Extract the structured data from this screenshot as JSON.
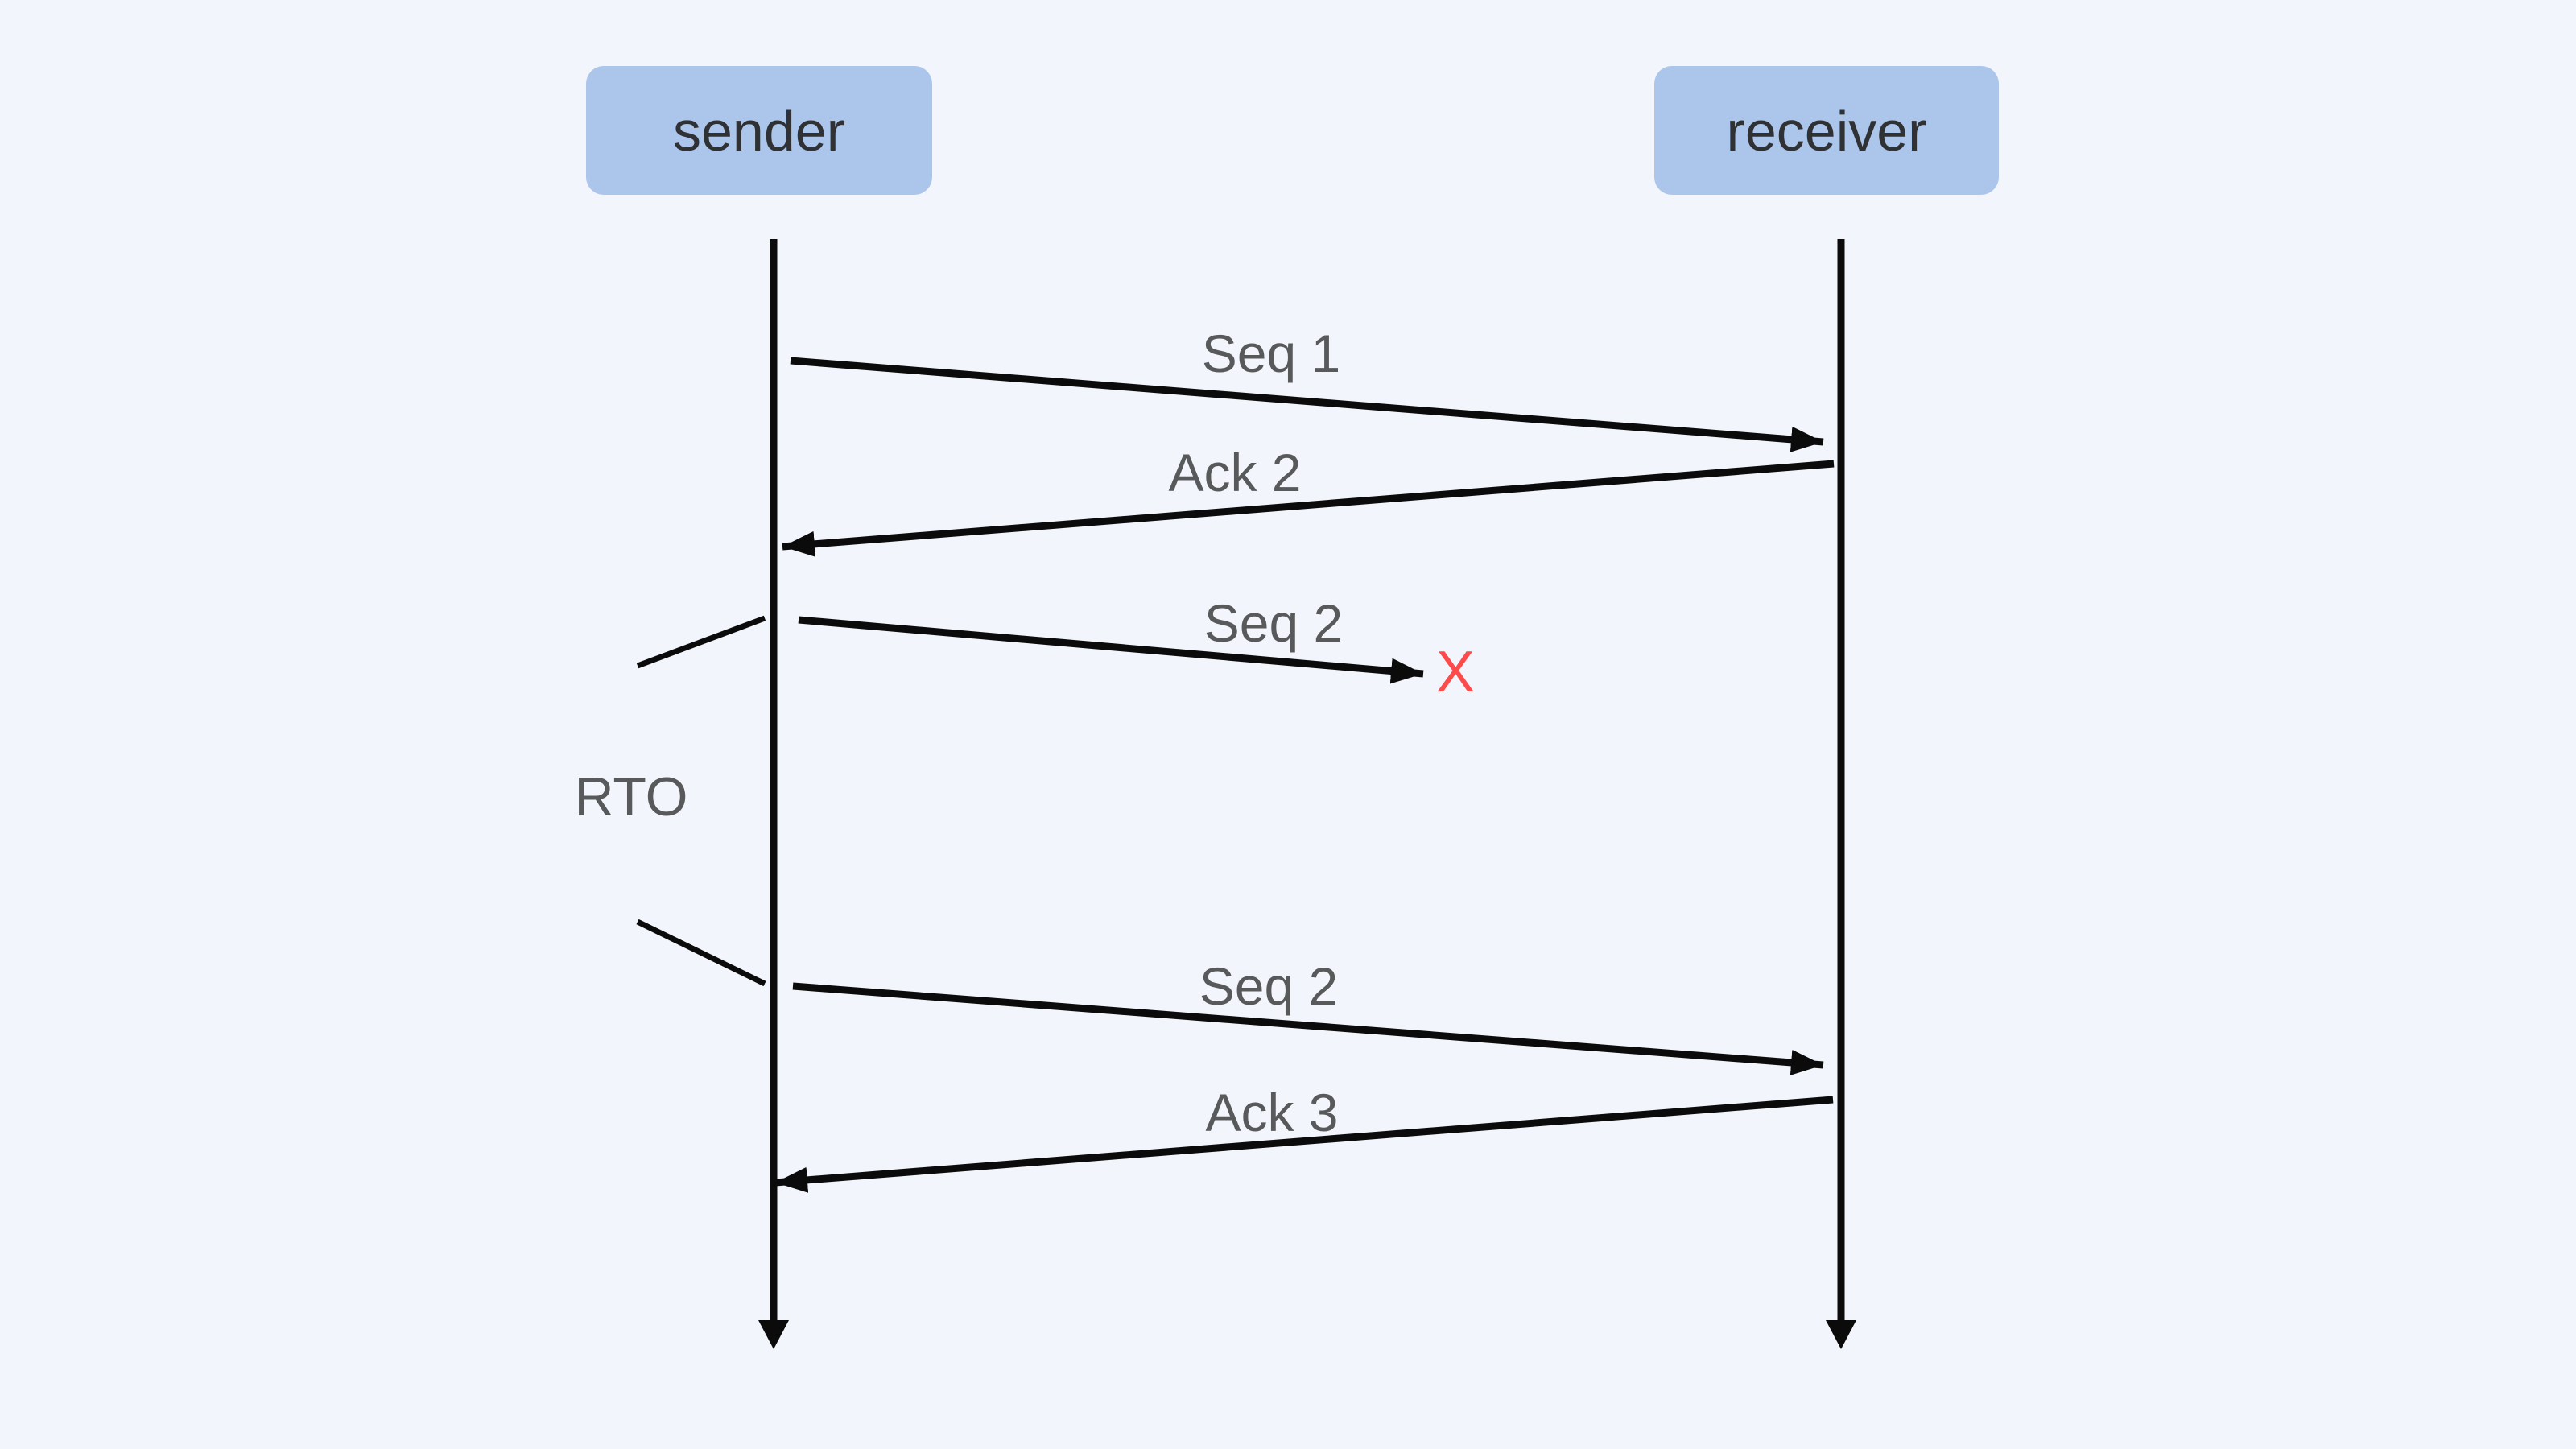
{
  "diagram": {
    "type": "sequence-diagram",
    "actors": [
      {
        "id": "sender",
        "label": "sender"
      },
      {
        "id": "receiver",
        "label": "receiver"
      }
    ],
    "messages": [
      {
        "label": "Seq 1",
        "from": "sender",
        "to": "receiver",
        "status": "delivered"
      },
      {
        "label": "Ack 2",
        "from": "receiver",
        "to": "sender",
        "status": "delivered"
      },
      {
        "label": "Seq 2",
        "from": "sender",
        "to": "receiver",
        "status": "lost"
      },
      {
        "label": "Seq 2",
        "from": "sender",
        "to": "receiver",
        "status": "retransmitted"
      },
      {
        "label": "Ack 3",
        "from": "receiver",
        "to": "sender",
        "status": "delivered"
      }
    ],
    "annotations": {
      "timeout_label": "RTO",
      "loss_marker": "X"
    },
    "colors": {
      "background": "#f2f5fb",
      "actor_box_fill": "#abc6ea",
      "actor_text": "#2f3134",
      "line": "#0b0b0c",
      "label_text": "#58595b",
      "loss_marker": "#fd4b4b"
    }
  }
}
